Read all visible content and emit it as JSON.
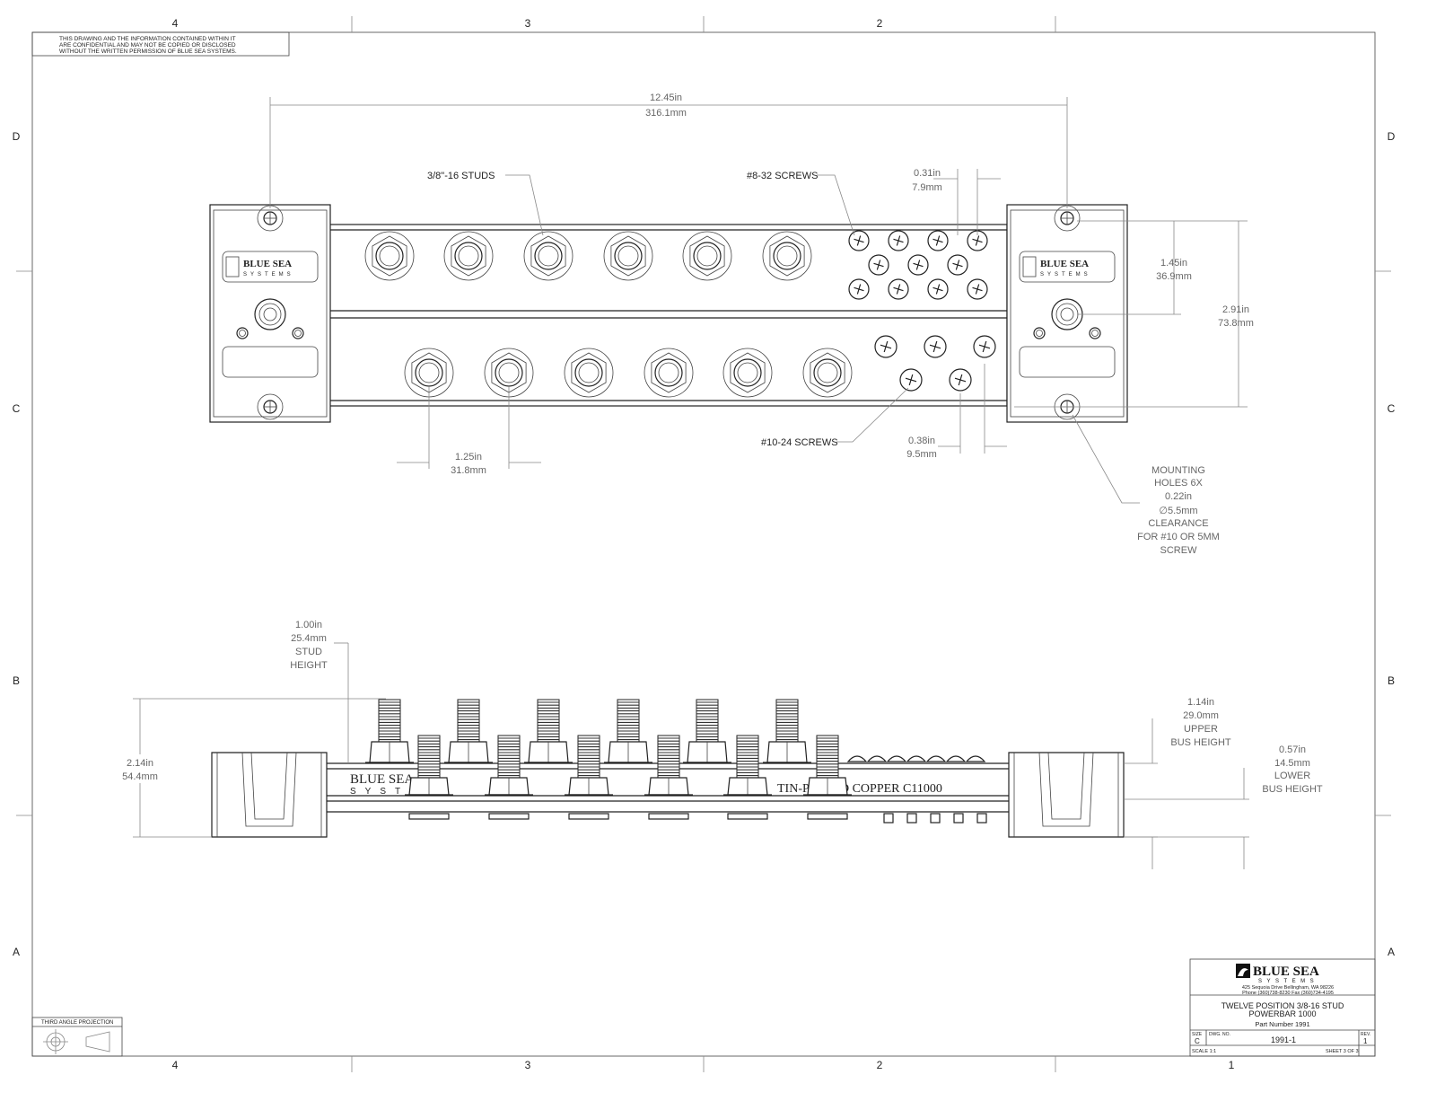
{
  "zones": {
    "cols": [
      "4",
      "3",
      "2",
      "1"
    ],
    "rows": [
      "D",
      "C",
      "B",
      "A"
    ]
  },
  "notice": [
    "THIS DRAWING AND THE INFORMATION CONTAINED WITHIN IT",
    "ARE CONFIDENTIAL AND MAY NOT BE COPIED OR DISCLOSED",
    "WITHOUT THE WRITTEN PERMISSION OF BLUE SEA SYSTEMS."
  ],
  "top_view": {
    "overall": {
      "in": "12.45in",
      "mm": "316.1mm"
    },
    "studs_label": "3/8\"-16 STUDS",
    "screws_8_label": "#8-32 SCREWS",
    "screws_10_label": "#10-24 SCREWS",
    "screw8_pitch": {
      "in": "0.31in",
      "mm": "7.9mm"
    },
    "upper_spacing": {
      "in": "1.45in",
      "mm": "36.9mm"
    },
    "total_height": {
      "in": "2.91in",
      "mm": "73.8mm"
    },
    "stud_pitch": {
      "in": "1.25in",
      "mm": "31.8mm"
    },
    "screw10_pitch": {
      "in": "0.38in",
      "mm": "9.5mm"
    },
    "mounting": [
      "MOUNTING",
      "HOLES 6X",
      "0.22in",
      "∅5.5mm",
      "CLEARANCE",
      "FOR #10 OR 5MM",
      "SCREW"
    ],
    "logo": {
      "line1": "BLUE SEA",
      "line2": "SYSTEMS"
    }
  },
  "side_view": {
    "stud_height": [
      "1.00in",
      "25.4mm",
      "STUD",
      "HEIGHT"
    ],
    "overall_height": {
      "in": "2.14in",
      "mm": "54.4mm"
    },
    "upper_bus": [
      "1.14in",
      "29.0mm",
      "UPPER",
      "BUS HEIGHT"
    ],
    "lower_bus": [
      "0.57in",
      "14.5mm",
      "LOWER",
      "BUS HEIGHT"
    ],
    "logo": {
      "line1": "BLUE SEA",
      "line2": "SYSTEMS"
    },
    "material": "TIN-PLATED COPPER C11000"
  },
  "projection_label": "THIRD ANGLE PROJECTION",
  "title_block": {
    "company": "BLUE SEA",
    "company_sub": "SYSTEMS",
    "address": "425 Sequoia Drive   Bellingham, WA 98226",
    "phone": "Phone (360)738-8230   Fax (360)734-4195",
    "title1": "TWELVE POSITION 3/8-16 STUD",
    "title2": "POWERBAR 1000",
    "part_number": "Part Number 1991",
    "size_label": "SIZE",
    "size": "C",
    "dwg_label": "DWG. NO.",
    "dwg_no": "1991-1",
    "rev_label": "REV.",
    "rev": "1",
    "scale": "SCALE 1:1",
    "sheet": "SHEET 3 OF 3"
  }
}
